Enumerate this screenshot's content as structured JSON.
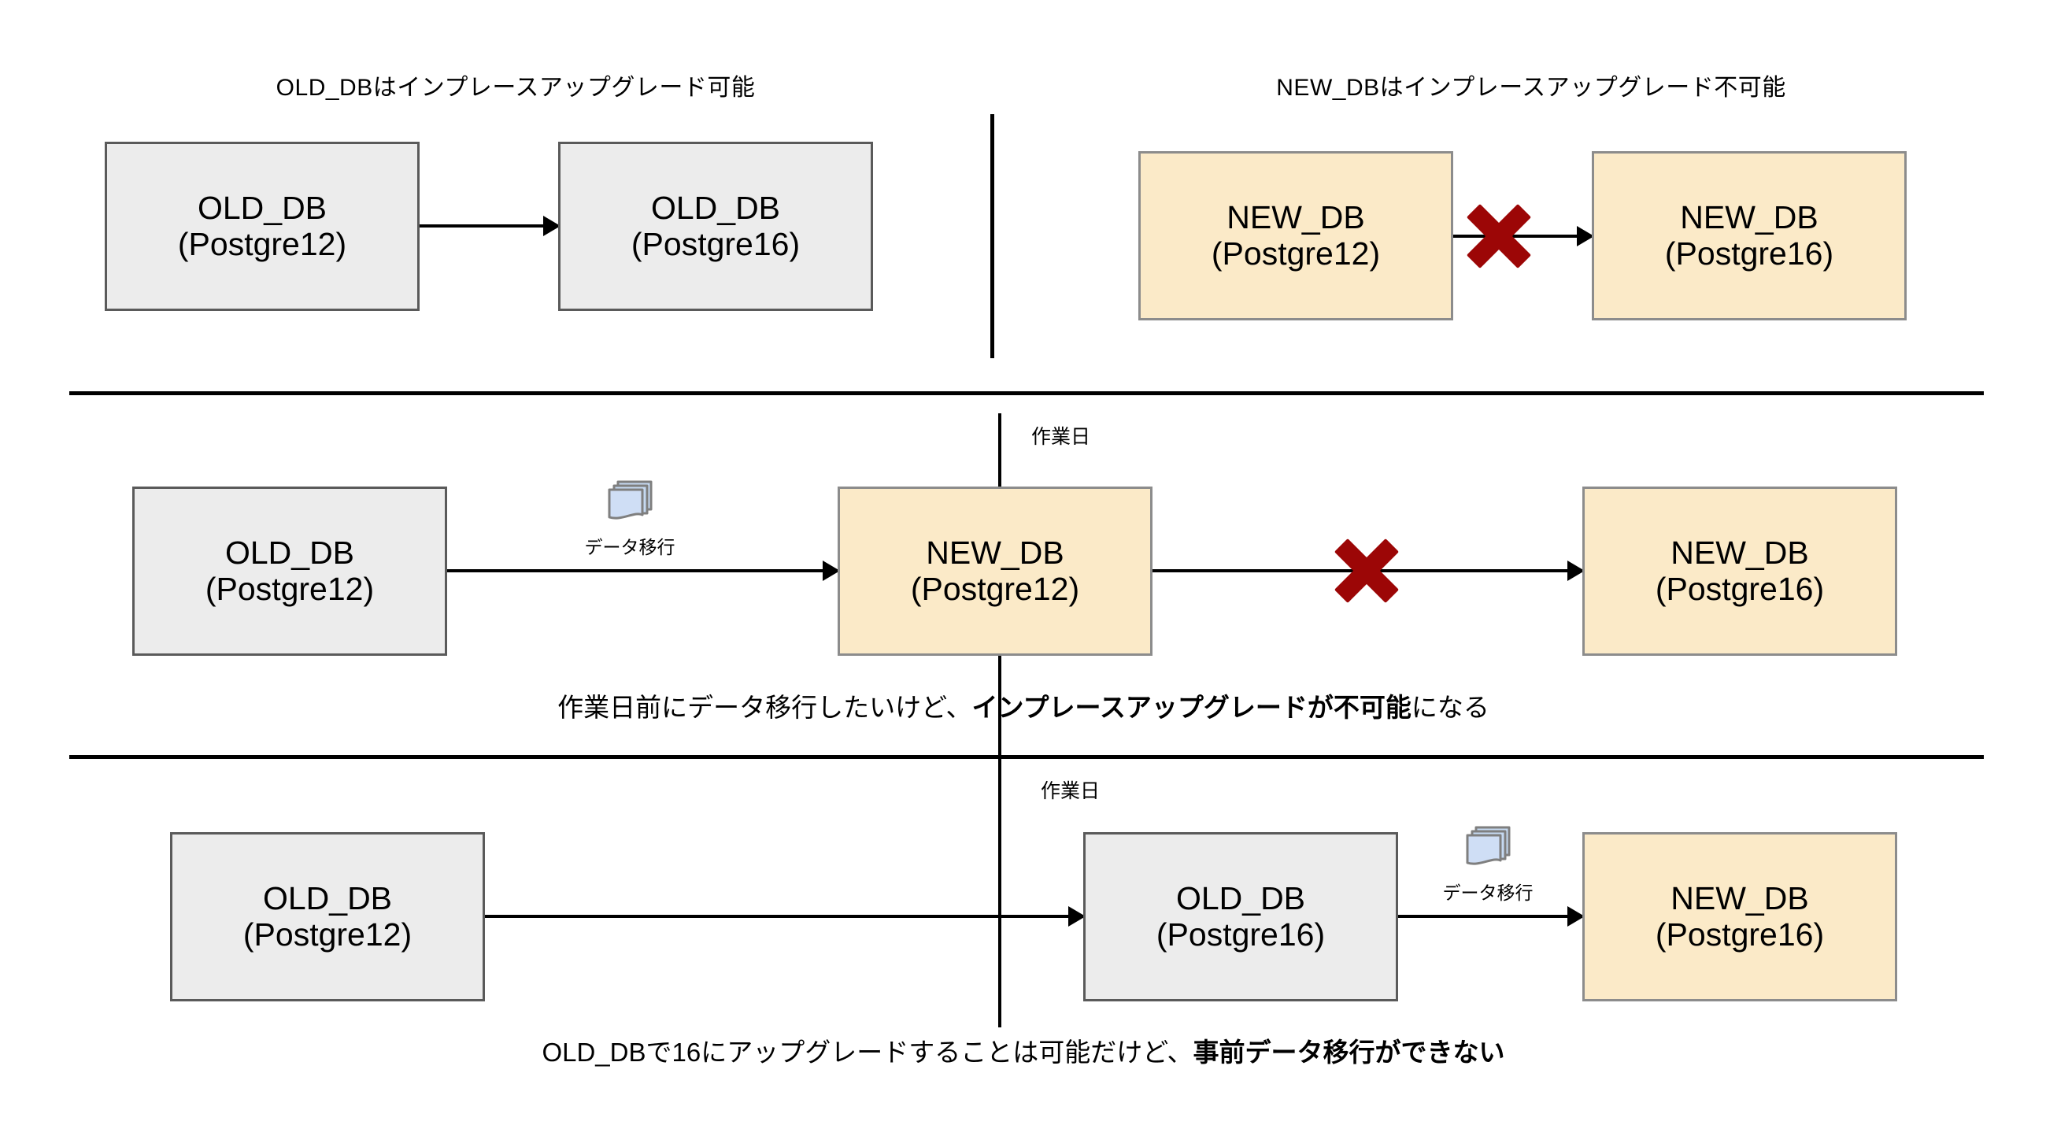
{
  "colors": {
    "old_db_fill": "#ececec",
    "old_db_border": "#5a5a5a",
    "new_db_fill": "#fbeac8",
    "new_db_border": "#8c8c8c",
    "x_mark": "#9c0606",
    "doc_icon_fill": "#c5d9f1",
    "doc_icon_border": "#7f7f7f",
    "line": "#000000"
  },
  "section1": {
    "left": {
      "heading": "OLD_DBはインプレースアップグレード可能",
      "nodes": [
        {
          "line1": "OLD_DB",
          "line2": "(Postgre12)",
          "style": "gray"
        },
        {
          "line1": "OLD_DB",
          "line2": "(Postgre16)",
          "style": "gray"
        }
      ],
      "blocked": false
    },
    "right": {
      "heading": "NEW_DBはインプレースアップグレード不可能",
      "nodes": [
        {
          "line1": "NEW_DB",
          "line2": "(Postgre12)",
          "style": "yellow"
        },
        {
          "line1": "NEW_DB",
          "line2": "(Postgre16)",
          "style": "yellow"
        }
      ],
      "blocked": true
    }
  },
  "section2": {
    "work_day_label": "作業日",
    "nodes": [
      {
        "line1": "OLD_DB",
        "line2": "(Postgre12)",
        "style": "gray"
      },
      {
        "line1": "NEW_DB",
        "line2": "(Postgre12)",
        "style": "yellow"
      },
      {
        "line1": "NEW_DB",
        "line2": "(Postgre16)",
        "style": "yellow"
      }
    ],
    "migration_label": "データ移行",
    "migration_icon": "document-stack-icon",
    "blocked_icon": "red-x-icon",
    "caption": {
      "prefix": "作業日前にデータ移行したいけど、",
      "bold": "インプレースアップグレードが不可能",
      "suffix": "になる"
    }
  },
  "section3": {
    "work_day_label": "作業日",
    "nodes": [
      {
        "line1": "OLD_DB",
        "line2": "(Postgre12)",
        "style": "gray"
      },
      {
        "line1": "OLD_DB",
        "line2": "(Postgre16)",
        "style": "gray"
      },
      {
        "line1": "NEW_DB",
        "line2": "(Postgre16)",
        "style": "yellow"
      }
    ],
    "migration_label": "データ移行",
    "migration_icon": "document-stack-icon",
    "caption": {
      "prefix": "OLD_DBで16にアップグレードすることは可能だけど、",
      "bold": "事前データ移行ができない",
      "suffix": ""
    }
  }
}
